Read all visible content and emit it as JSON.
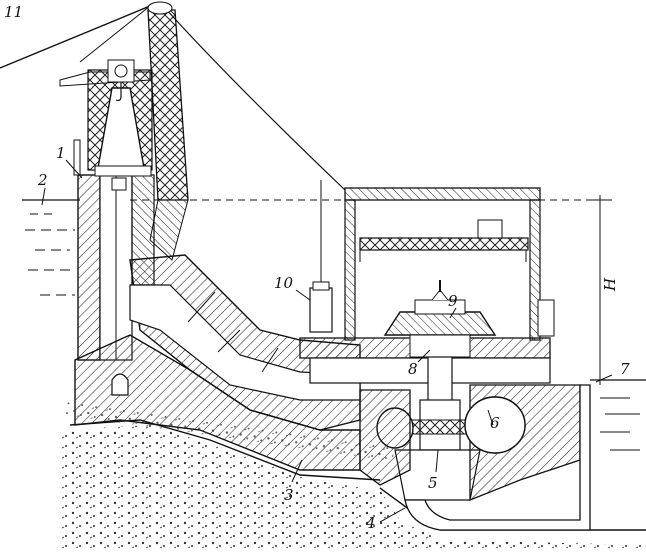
{
  "diagram": {
    "labels": {
      "l1": "1",
      "l2": "2",
      "l3": "3",
      "l4": "4",
      "l5": "5",
      "l6": "6",
      "l7": "7",
      "l8": "8",
      "l9": "9",
      "l10": "10",
      "l11": "11",
      "head": "H"
    }
  }
}
